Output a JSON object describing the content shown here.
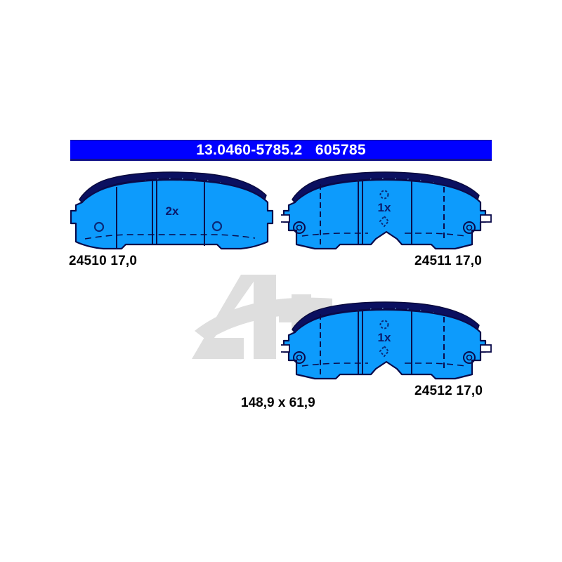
{
  "product": {
    "banner_text": "13.0460-5785.2   605785",
    "part_number": "13.0460-5785.2",
    "reference_number": "605785",
    "dimensions_label": "148,9 x 61,9",
    "brand_watermark": "ate",
    "colors": {
      "banner_background": "#0000FF",
      "banner_text": "#FFFFFF",
      "pad_fill": "#0d9bfc",
      "pad_outline": "#0a0a4a",
      "backing_plate": "#0a1060",
      "watermark": "#dedede",
      "label_text": "#000000"
    }
  },
  "pads": [
    {
      "id": "pad-24510",
      "label": "24510 17,0",
      "pad_code": "24510",
      "thickness": "17,0",
      "quantity": "2x",
      "markers": [
        "circle",
        "circle"
      ],
      "has_wear_sensor_ears": false
    },
    {
      "id": "pad-24511",
      "label": "24511 17,0",
      "pad_code": "24511",
      "thickness": "17,0",
      "quantity": "1x",
      "markers": [
        "circle",
        "diamond"
      ],
      "has_wear_sensor_ears": true
    },
    {
      "id": "pad-24512",
      "label": "24512 17,0",
      "pad_code": "24512",
      "thickness": "17,0",
      "quantity": "1x",
      "markers": [
        "circle",
        "diamond"
      ],
      "has_wear_sensor_ears": true
    }
  ]
}
